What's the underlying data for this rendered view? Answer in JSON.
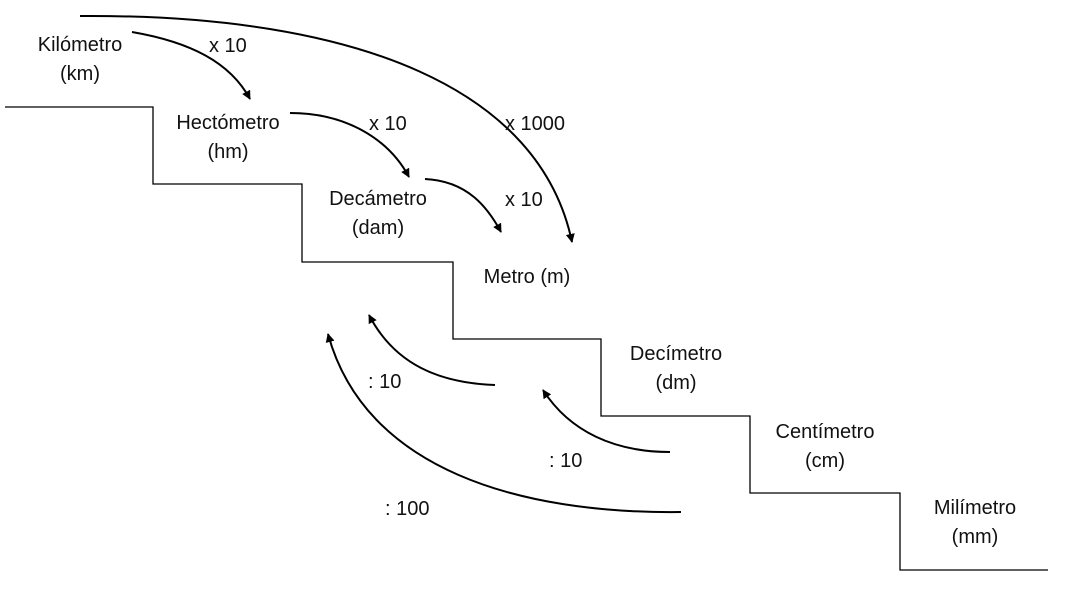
{
  "units": [
    {
      "name": "Kilómetro",
      "abbr": "(km)"
    },
    {
      "name": "Hectómetro",
      "abbr": "(hm)"
    },
    {
      "name": "Decámetro",
      "abbr": "(dam)"
    },
    {
      "name": "Metro (m)",
      "abbr": ""
    },
    {
      "name": "Decímetro",
      "abbr": "(dm)"
    },
    {
      "name": "Centímetro",
      "abbr": "(cm)"
    },
    {
      "name": "Milímetro",
      "abbr": "(mm)"
    }
  ],
  "operations": {
    "km_to_hm": "x 10",
    "hm_to_dam": "x 10",
    "dam_to_m": "x 10",
    "km_to_m": "x 1000",
    "dm_to_m": ": 10",
    "cm_to_dm": ": 10",
    "mm_to_m": ": 100"
  }
}
